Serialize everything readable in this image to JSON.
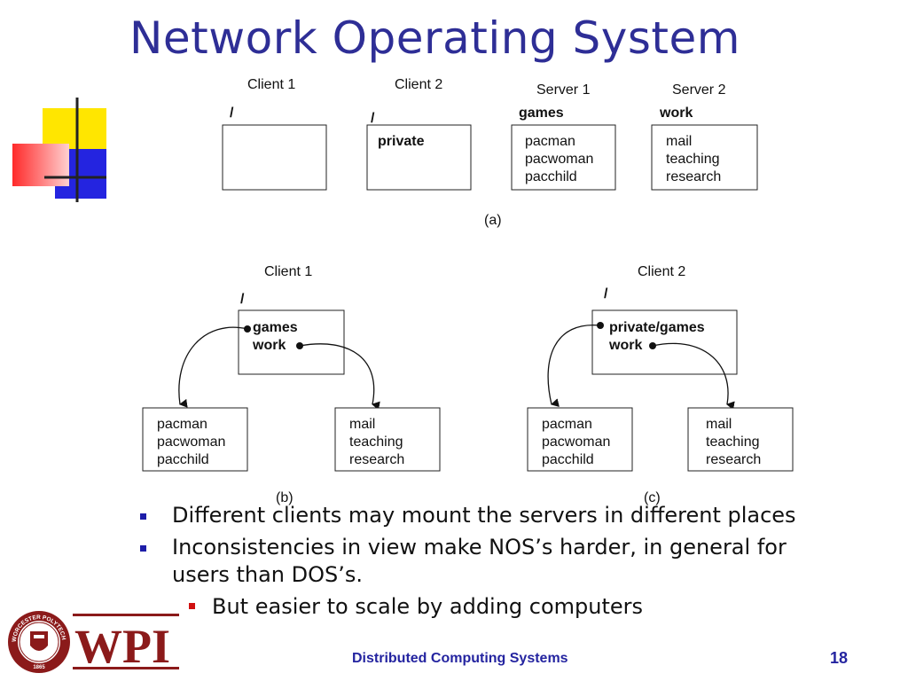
{
  "title": "Network Operating System",
  "colors": {
    "title": "#2e2e96",
    "bullet": "#1d1da8",
    "sub_bullet": "#d01010",
    "footer": "#2424a0",
    "logo": "#8b1a1a"
  },
  "diagram": {
    "a": {
      "clients": [
        {
          "label": "Client 1",
          "root": "/",
          "entries": []
        },
        {
          "label": "Client 2",
          "root": "/",
          "entries": [
            "private"
          ]
        }
      ],
      "servers": [
        {
          "label": "Server 1",
          "export": "games",
          "entries": [
            "pacman",
            "pacwoman",
            "pacchild"
          ]
        },
        {
          "label": "Server 2",
          "export": "work",
          "entries": [
            "mail",
            "teaching",
            "research"
          ]
        }
      ],
      "caption": "(a)"
    },
    "b": {
      "client": "Client 1",
      "root": "/",
      "mounts": [
        "games",
        "work"
      ],
      "left_box": [
        "pacman",
        "pacwoman",
        "pacchild"
      ],
      "right_box": [
        "mail",
        "teaching",
        "research"
      ],
      "caption": "(b)"
    },
    "c": {
      "client": "Client 2",
      "root": "/",
      "mounts": [
        "private/games",
        "work"
      ],
      "left_box": [
        "pacman",
        "pacwoman",
        "pacchild"
      ],
      "right_box": [
        "mail",
        "teaching",
        "research"
      ],
      "caption": "(c)"
    }
  },
  "bullets": [
    {
      "text": "Different clients may mount the servers in different places",
      "level": 1
    },
    {
      "lines": [
        "Inconsistencies in view make NOS’s harder, in general for",
        "users than DOS’s."
      ],
      "level": 1
    },
    {
      "text": "But easier to scale by adding computers",
      "level": 2
    }
  ],
  "logo": {
    "text": "WPI",
    "seal_top": "WORCESTER POLYTECHNIC INSTITUTE",
    "seal_year": "1865"
  },
  "footer": "Distributed Computing Systems",
  "page_number": "18"
}
